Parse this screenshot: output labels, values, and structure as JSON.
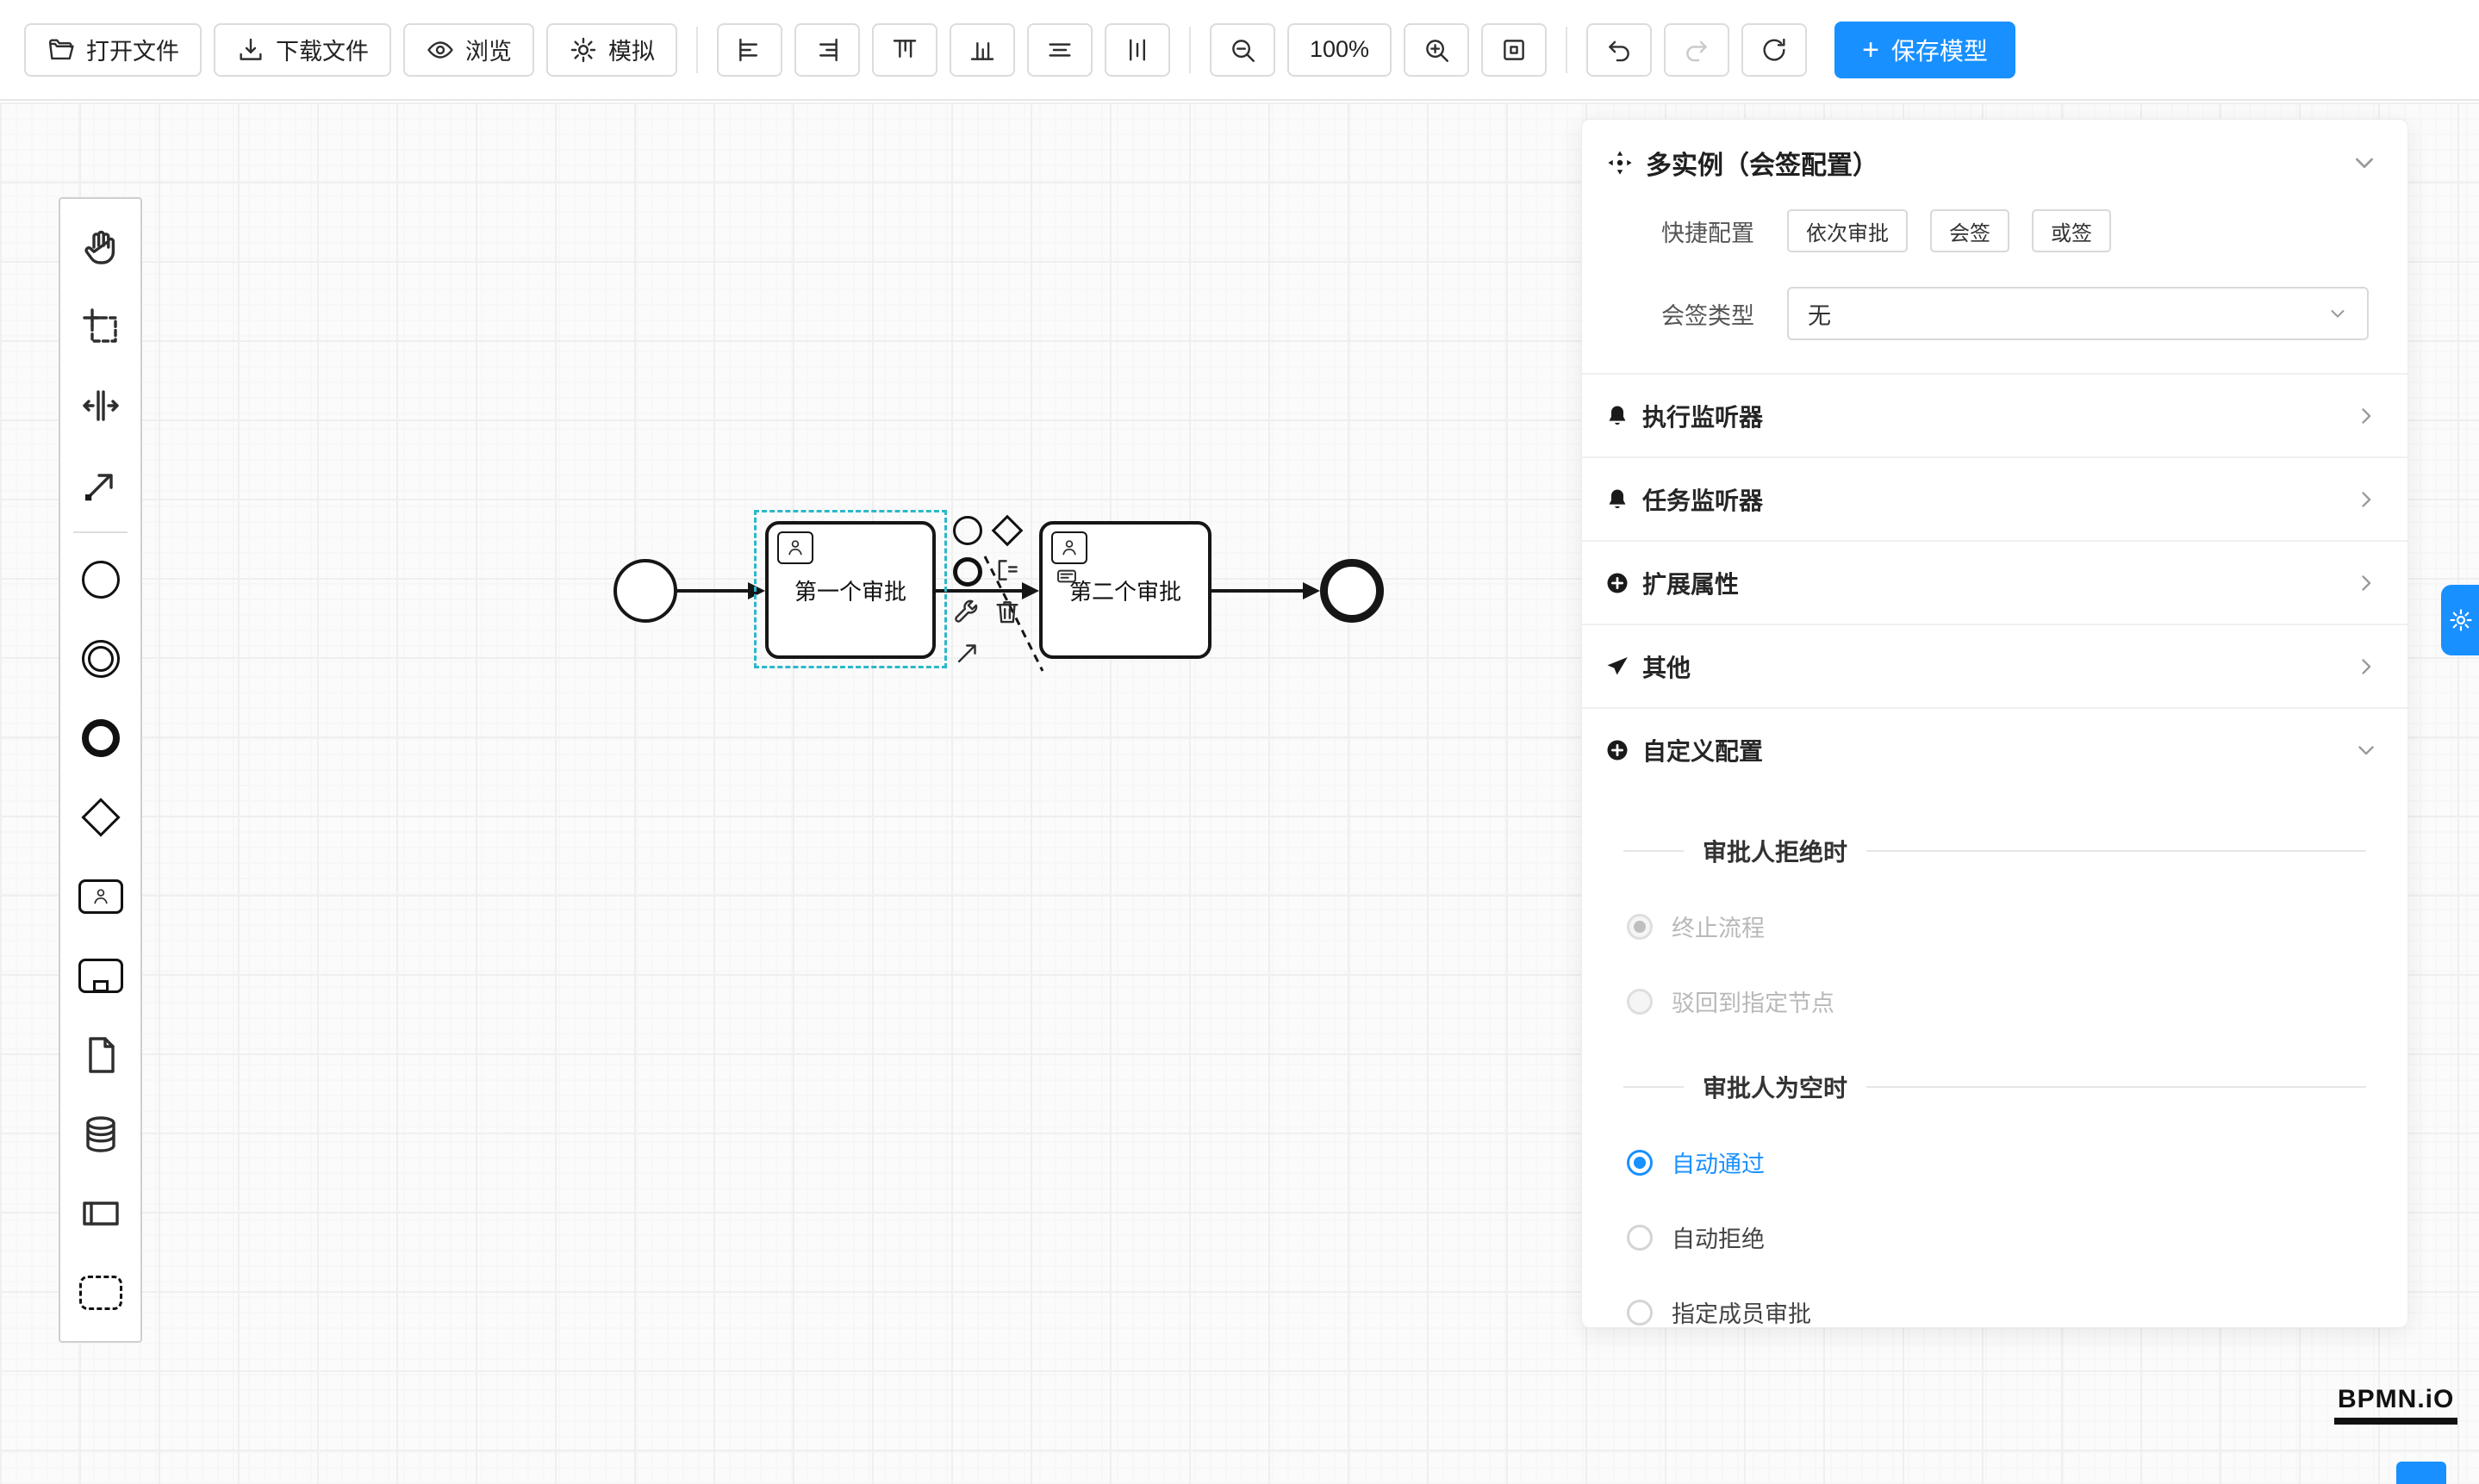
{
  "toolbar": {
    "open_file": "打开文件",
    "download_file": "下载文件",
    "preview": "浏览",
    "simulate": "模拟",
    "zoom_level": "100%",
    "save_plus": "+",
    "save_model": "保存模型"
  },
  "palette": {
    "tools": [
      "hand-tool",
      "lasso-tool",
      "space-tool",
      "global-connect-tool"
    ],
    "elements": [
      "start-event",
      "intermediate-event",
      "end-event",
      "gateway",
      "user-task",
      "subprocess",
      "data-object",
      "data-store",
      "participant",
      "group"
    ]
  },
  "canvas": {
    "task1_label": "第一个审批",
    "task2_label": "第二个审批",
    "watermark": "BPMN.iO"
  },
  "panel": {
    "title": "多实例（会签配置）",
    "quick_config_label": "快捷配置",
    "quick_options": [
      "依次审批",
      "会签",
      "或签"
    ],
    "sign_type_label": "会签类型",
    "sign_type_value": "无",
    "collapse_rows": [
      "执行监听器",
      "任务监听器",
      "扩展属性",
      "其他",
      "自定义配置"
    ],
    "reject_section_title": "审批人拒绝时",
    "reject_options": [
      "终止流程",
      "驳回到指定节点"
    ],
    "empty_section_title": "审批人为空时",
    "empty_options": [
      "自动通过",
      "自动拒绝",
      "指定成员审批"
    ],
    "selected_empty_option": "自动通过"
  },
  "icons": {
    "toolbar": [
      "folder-icon",
      "download-icon",
      "eye-icon",
      "gear-icon",
      "align-left-icon",
      "align-right-icon",
      "align-top-icon",
      "align-bottom-icon",
      "align-center-horizontal-icon",
      "align-center-vertical-icon",
      "zoom-out-icon",
      "zoom-in-icon",
      "fit-viewport-icon",
      "undo-icon",
      "redo-icon",
      "reset-icon",
      "plus-icon"
    ],
    "panel": [
      "multi-instance-icon",
      "bell-icon",
      "plus-circle-icon",
      "send-icon",
      "chevron-down-icon",
      "chevron-right-icon"
    ]
  },
  "colors": {
    "accent": "#1890ff",
    "selection": "#2bb8c9",
    "shape_stroke": "#161616"
  }
}
